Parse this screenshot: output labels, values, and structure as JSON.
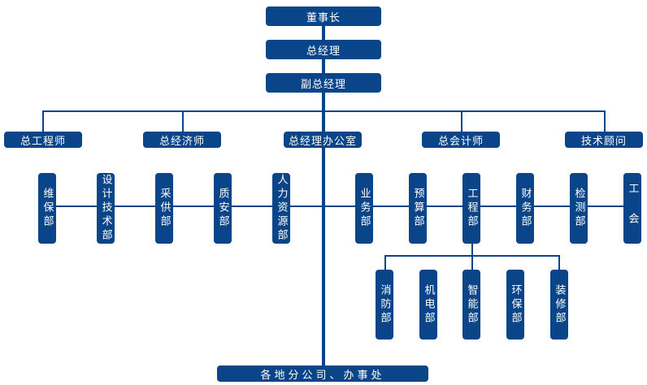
{
  "top": [
    "董事长",
    "总经理",
    "副总经理"
  ],
  "level2": [
    "总工程师",
    "总经济师",
    "总经理办公室",
    "总会计师",
    "技术顾问"
  ],
  "level3": [
    "维保部",
    "设计技术部",
    "采供部",
    "质安部",
    "人力资源部",
    "业务部",
    "预算部",
    "工程部",
    "财务部",
    "检测部",
    "工会"
  ],
  "level4": [
    "消防部",
    "机电部",
    "智能部",
    "环保部",
    "装修部"
  ],
  "bottom": "各地分公司、办事处",
  "colors": {
    "primary": "#0b4589"
  }
}
